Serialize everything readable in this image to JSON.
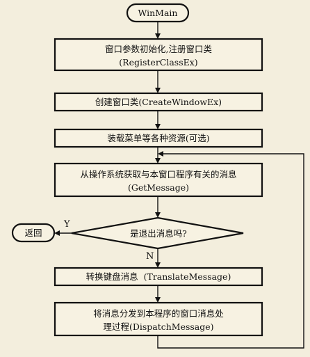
{
  "colors": {
    "background": "#f3eedd",
    "box_fill": "#f7f2e2",
    "stroke": "#111111"
  },
  "nodes": {
    "start": "WinMain",
    "init_line1": "窗口参数初始化,注册窗口类",
    "init_line2": "(RegisterClassEx)",
    "create": "创建窗口类(CreateWindowEx)",
    "load": "装载菜单等各种资源(可选)",
    "getmsg_line1": "从操作系统获取与本窗口程序有关的消息",
    "getmsg_line2": "(GetMessage)",
    "decision": "是退出消息吗?",
    "return": "返回",
    "translate": "转换键盘消息  (TranslateMessage)",
    "dispatch_line1": "将消息分发到本程序的窗口消息处",
    "dispatch_line2": "理过程(DispatchMessage)"
  },
  "labels": {
    "yes": "Y",
    "no": "N"
  }
}
